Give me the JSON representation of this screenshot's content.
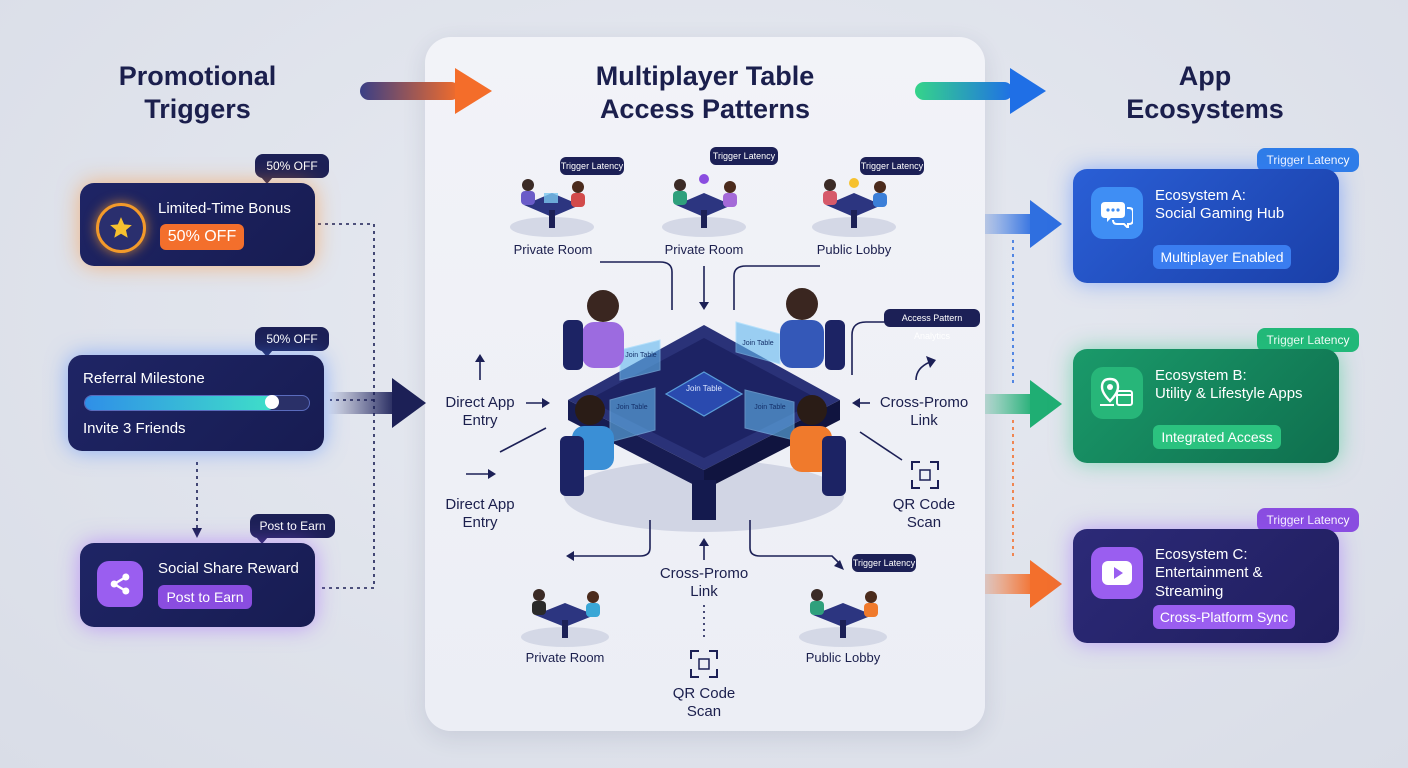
{
  "titles": {
    "left": "Promotional Triggers",
    "center": "Multiplayer Table Access Patterns",
    "right": "App Ecosystems"
  },
  "left_cards": {
    "limited_time": {
      "bubble": "50% OFF",
      "label": "Limited-Time Bonus",
      "pill": "50% OFF",
      "icon": "star-icon"
    },
    "referral": {
      "bubble": "50% OFF",
      "label": "Referral Milestone",
      "sub": "Invite 3 Friends",
      "progress": 0.85
    },
    "social": {
      "bubble": "Post to Earn",
      "label": "Social Share Reward",
      "pill": "Post to Earn",
      "icon": "share-icon"
    }
  },
  "center": {
    "top_rooms": [
      {
        "label": "Private Room",
        "bubble": "Trigger Latency"
      },
      {
        "label": "Private Room",
        "bubble": "Trigger Latency"
      },
      {
        "label": "Public Lobby",
        "bubble": "Trigger Latency"
      }
    ],
    "main_table": {
      "center_label": "Join Table",
      "screen_labels": [
        "Join Table",
        "Join Table",
        "Join Table",
        "Join Table"
      ]
    },
    "analytics_bubble": "Access Pattern Analytics",
    "access_labels": {
      "direct_top": "Direct App Entry",
      "direct_bottom": "Direct App Entry",
      "cross_right": "Cross-Promo Link",
      "qr_right": "QR Code Scan",
      "cross_bottom": "Cross-Promo Link",
      "qr_bottom": "QR Code Scan"
    },
    "bottom_rooms": [
      {
        "label": "Private Room"
      },
      {
        "label": "Public Lobby",
        "bubble": "Trigger Latency"
      }
    ]
  },
  "right_cards": {
    "a": {
      "tag": "Trigger Latency",
      "title": "Ecosystem A:",
      "subtitle": "Social Gaming Hub",
      "pill": "Multiplayer Enabled",
      "icon": "chat-icon"
    },
    "b": {
      "tag": "Trigger Latency",
      "title": "Ecosystem B:",
      "subtitle": "Utility & Lifestyle Apps",
      "pill": "Integrated Access",
      "icon": "map-calendar-icon"
    },
    "c": {
      "tag": "Trigger Latency",
      "title": "Ecosystem C:",
      "subtitle": "Entertainment & Streaming",
      "pill": "Cross-Platform Sync",
      "icon": "play-icon"
    }
  },
  "colors": {
    "navy": "#1c2056",
    "orange": "#f36f2c",
    "blue": "#2f6fe0",
    "green": "#1fae73",
    "purple": "#8a4de0"
  }
}
